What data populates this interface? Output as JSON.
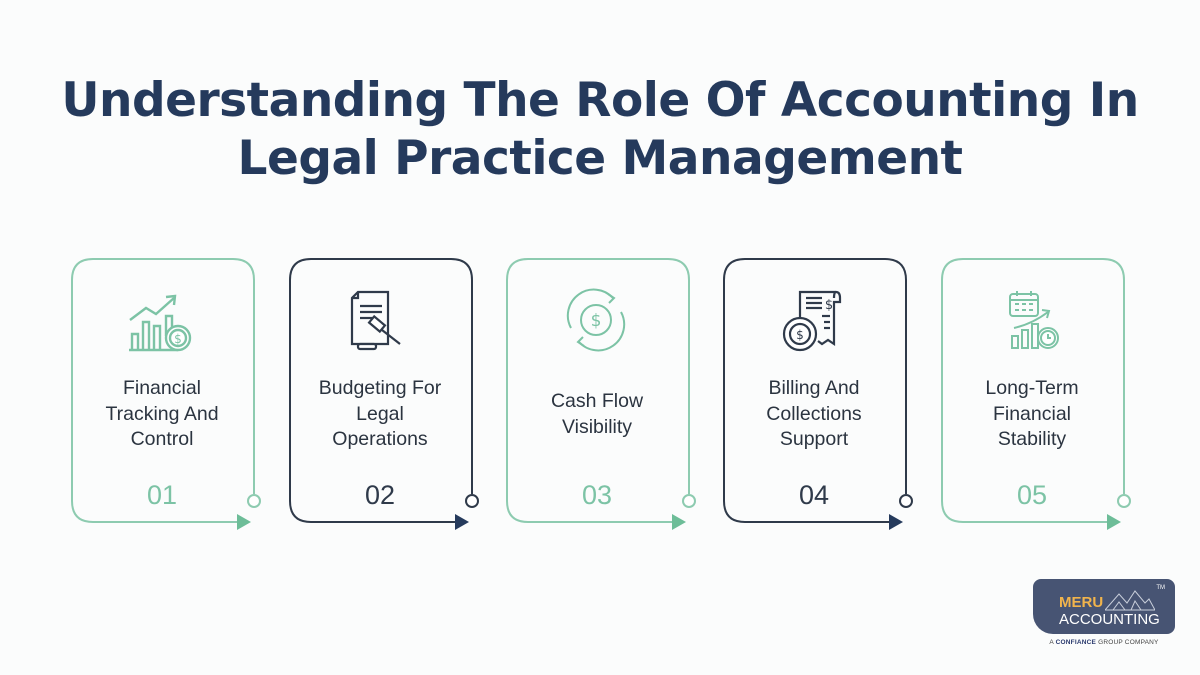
{
  "title": {
    "line1": "Understanding The Role Of Accounting In",
    "line2": "Legal Practice Management"
  },
  "colors": {
    "title": "#253a5c",
    "green": "#7cc3a5",
    "dark": "#2f3a4a",
    "arrow_dark": "#253a5c"
  },
  "cards": [
    {
      "number": "01",
      "lines": [
        "Financial",
        "Tracking And",
        "Control"
      ],
      "icon": "bar-chart-dollar-icon",
      "theme": "green"
    },
    {
      "number": "02",
      "lines": [
        "Budgeting For",
        "Legal",
        "Operations"
      ],
      "icon": "legal-document-gavel-icon",
      "theme": "dark"
    },
    {
      "number": "03",
      "lines": [
        "Cash Flow",
        "Visibility"
      ],
      "icon": "dollar-cycle-icon",
      "theme": "green"
    },
    {
      "number": "04",
      "lines": [
        "Billing And",
        "Collections",
        "Support"
      ],
      "icon": "invoice-coin-icon",
      "theme": "dark"
    },
    {
      "number": "05",
      "lines": [
        "Long-Term",
        "Financial",
        "Stability"
      ],
      "icon": "calendar-growth-clock-icon",
      "theme": "green"
    }
  ],
  "logo": {
    "brand_top": "MERU",
    "brand_bottom": "ACCOUNTING",
    "trademark": "TM",
    "tagline_prefix": "A",
    "tagline_company": "CONFIANCE",
    "tagline_suffix": "GROUP COMPANY"
  }
}
